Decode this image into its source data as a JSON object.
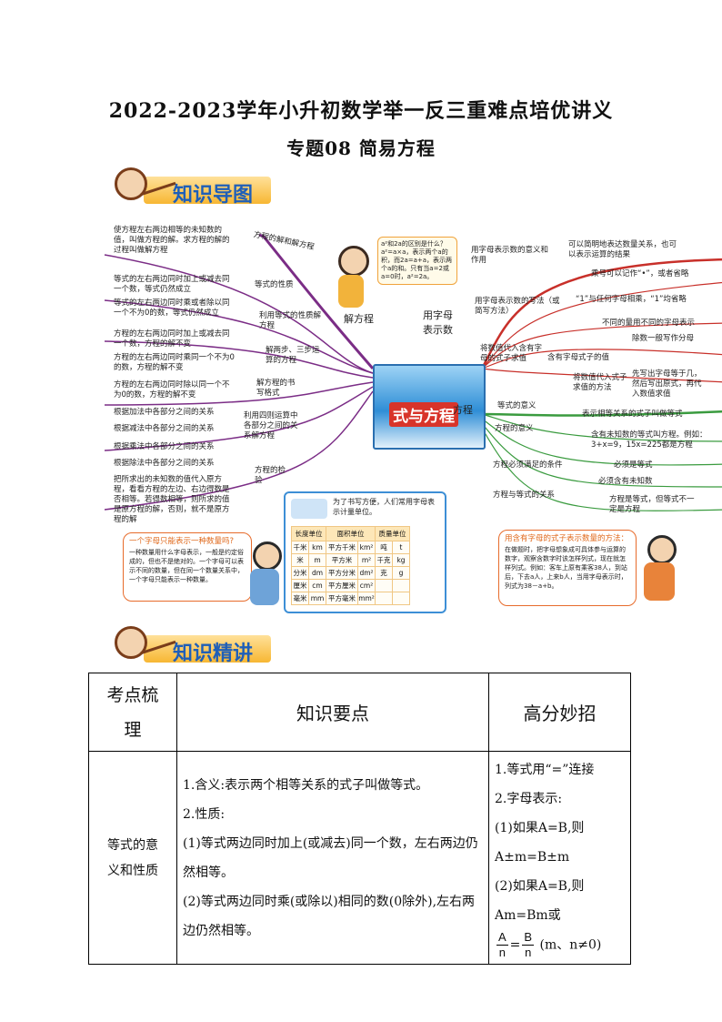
{
  "title": "2022-2023学年小升初数学举一反三重难点培优讲义",
  "subtitle": "专题08 简易方程",
  "banner1": "知识导图",
  "banner2": "知识精讲",
  "mindmap": {
    "center": "式与方程",
    "branch_solve": "解方程",
    "branch_letters": "用字母表示数",
    "branch_equation": "方程",
    "left": [
      {
        "topic": "方程的解和解方程",
        "note": "使方程左右两边相等的未知数的值，叫做方程的解。求方程的解的过程叫做解方程"
      },
      {
        "topic": "等式的性质",
        "note": "等式的左右两边同时加上或减去同一个数，等式仍然成立"
      },
      {
        "topic": "",
        "note": "等式的左右两边同时乘或者除以同一个不为0的数，等式仍然成立"
      },
      {
        "topic": "利用等式的性质解方程",
        "note": "方程的左右两边同时加上或减去同一个数，方程的解不变"
      },
      {
        "topic": "",
        "note": "方程的左右两边同时乘同一个不为0的数，方程的解不变"
      },
      {
        "topic": "解两步、三步运算的方程",
        "note": "方程的左右两边同时除以同一个不为0的数，方程的解不变"
      },
      {
        "topic": "解方程的书写格式",
        "note": ""
      }
    ],
    "relations": [
      "根据加法中各部分之间的关系",
      "根据减法中各部分之间的关系",
      "根据乘法中各部分之间的关系",
      "根据除法中各部分之间的关系"
    ],
    "relations_topic": "利用四则运算中各部分之间的关系解方程",
    "check_topic": "方程的检验",
    "check_note": "把所求出的未知数的值代入原方程，看看方程的左边、右边得数是否相等。若得数相等，则所求的值是原方程的解，否则，就不是原方程的解",
    "right_letters": [
      {
        "topic": "用字母表示数的意义和作用",
        "note": "可以简明地表达数量关系，也可以表示运算的结果"
      },
      {
        "topic": "用字母表示数的写法（或简写方法）",
        "notes": [
          "乘号可以记作“•”，或者省略",
          "“1”与任何字母相乘，“1”均省略",
          "不同的量用不同的字母表示",
          "除数一般写作分母"
        ]
      },
      {
        "topic": "将数值代入含有字母的式子求值",
        "notes": [
          "含有字母式子的值",
          "将数值代入式子求值的方法"
        ],
        "method": "先写出字母等于几，然后写出原式，再代入数值求值"
      }
    ],
    "right_equation": [
      {
        "topic": "等式的意义",
        "note": "表示相等关系的式子叫做等式"
      },
      {
        "topic": "方程的意义",
        "note": "含有未知数的等式叫方程。例如：3+x=9，15x=225都是方程"
      },
      {
        "topic": "方程必须满足的条件",
        "notes": [
          "必须是等式",
          "必须含有未知数"
        ]
      },
      {
        "topic": "方程与等式的关系",
        "note": "方程是等式，但等式不一定是方程"
      }
    ],
    "girl_bubble": "a²和2a的区别是什么？ a²=a×a，表示两个a的积，而2a=a+a，表示两个a的和。只有当a=2或a=0时，a²=2a。",
    "boy_callout_title": "一个字母只能表示一种数量吗?",
    "boy_callout_text": "一种数量用什么字母表示，一般是约定俗成的，但也不是绝对的。一个字母可以表示不同的数量，但在同一个数量关系中，一个字母只能表示一种数量。",
    "unit_title": "为了书写方便，人们常用字母表示计量单位。",
    "unit_headers": [
      "长度单位",
      "面积单位",
      "质量单位"
    ],
    "unit_rows": [
      [
        "千米",
        "km",
        "平方千米",
        "km²",
        "吨",
        "t"
      ],
      [
        "米",
        "m",
        "平方米",
        "m²",
        "千克",
        "kg"
      ],
      [
        "分米",
        "dm",
        "平方分米",
        "dm²",
        "克",
        "g"
      ],
      [
        "厘米",
        "cm",
        "平方厘米",
        "cm²",
        "",
        ""
      ],
      [
        "毫米",
        "mm",
        "平方毫米",
        "mm²",
        "",
        ""
      ]
    ],
    "right_callout_title": "用含有字母的式子表示数量的方法：",
    "right_callout_text": "在做题时，把字母想象成可具体参与运算的数字，观察含数字时该怎样列式，现在就怎样列式。例如：客车上原有乘客38人，到站后，下去a人，上来b人，当用字母表示时，列式为38－a+b。"
  },
  "table": {
    "headers": [
      "考点梳理",
      "知识要点",
      "高分妙招"
    ],
    "row1": {
      "topic": "等式的意义和性质",
      "points": [
        "1.含义:表示两个相等关系的式子叫做等式。",
        "2.性质:",
        "(1)等式两边同时加上(或减去)同一个数，左右两边仍然相等。",
        "(2)等式两边同时乘(或除以)相同的数(0除外),左右两边仍然相等。"
      ],
      "tips": [
        "1.等式用“=”连接",
        "2.字母表示:",
        "(1)如果A=B,则A±m=B±m",
        "(2)如果A=B,则Am=Bm或"
      ],
      "frac_left_num": "A",
      "frac_left_den": "n",
      "frac_right_num": "B",
      "frac_right_den": "n",
      "frac_cond": "(m、n≠0)"
    }
  }
}
